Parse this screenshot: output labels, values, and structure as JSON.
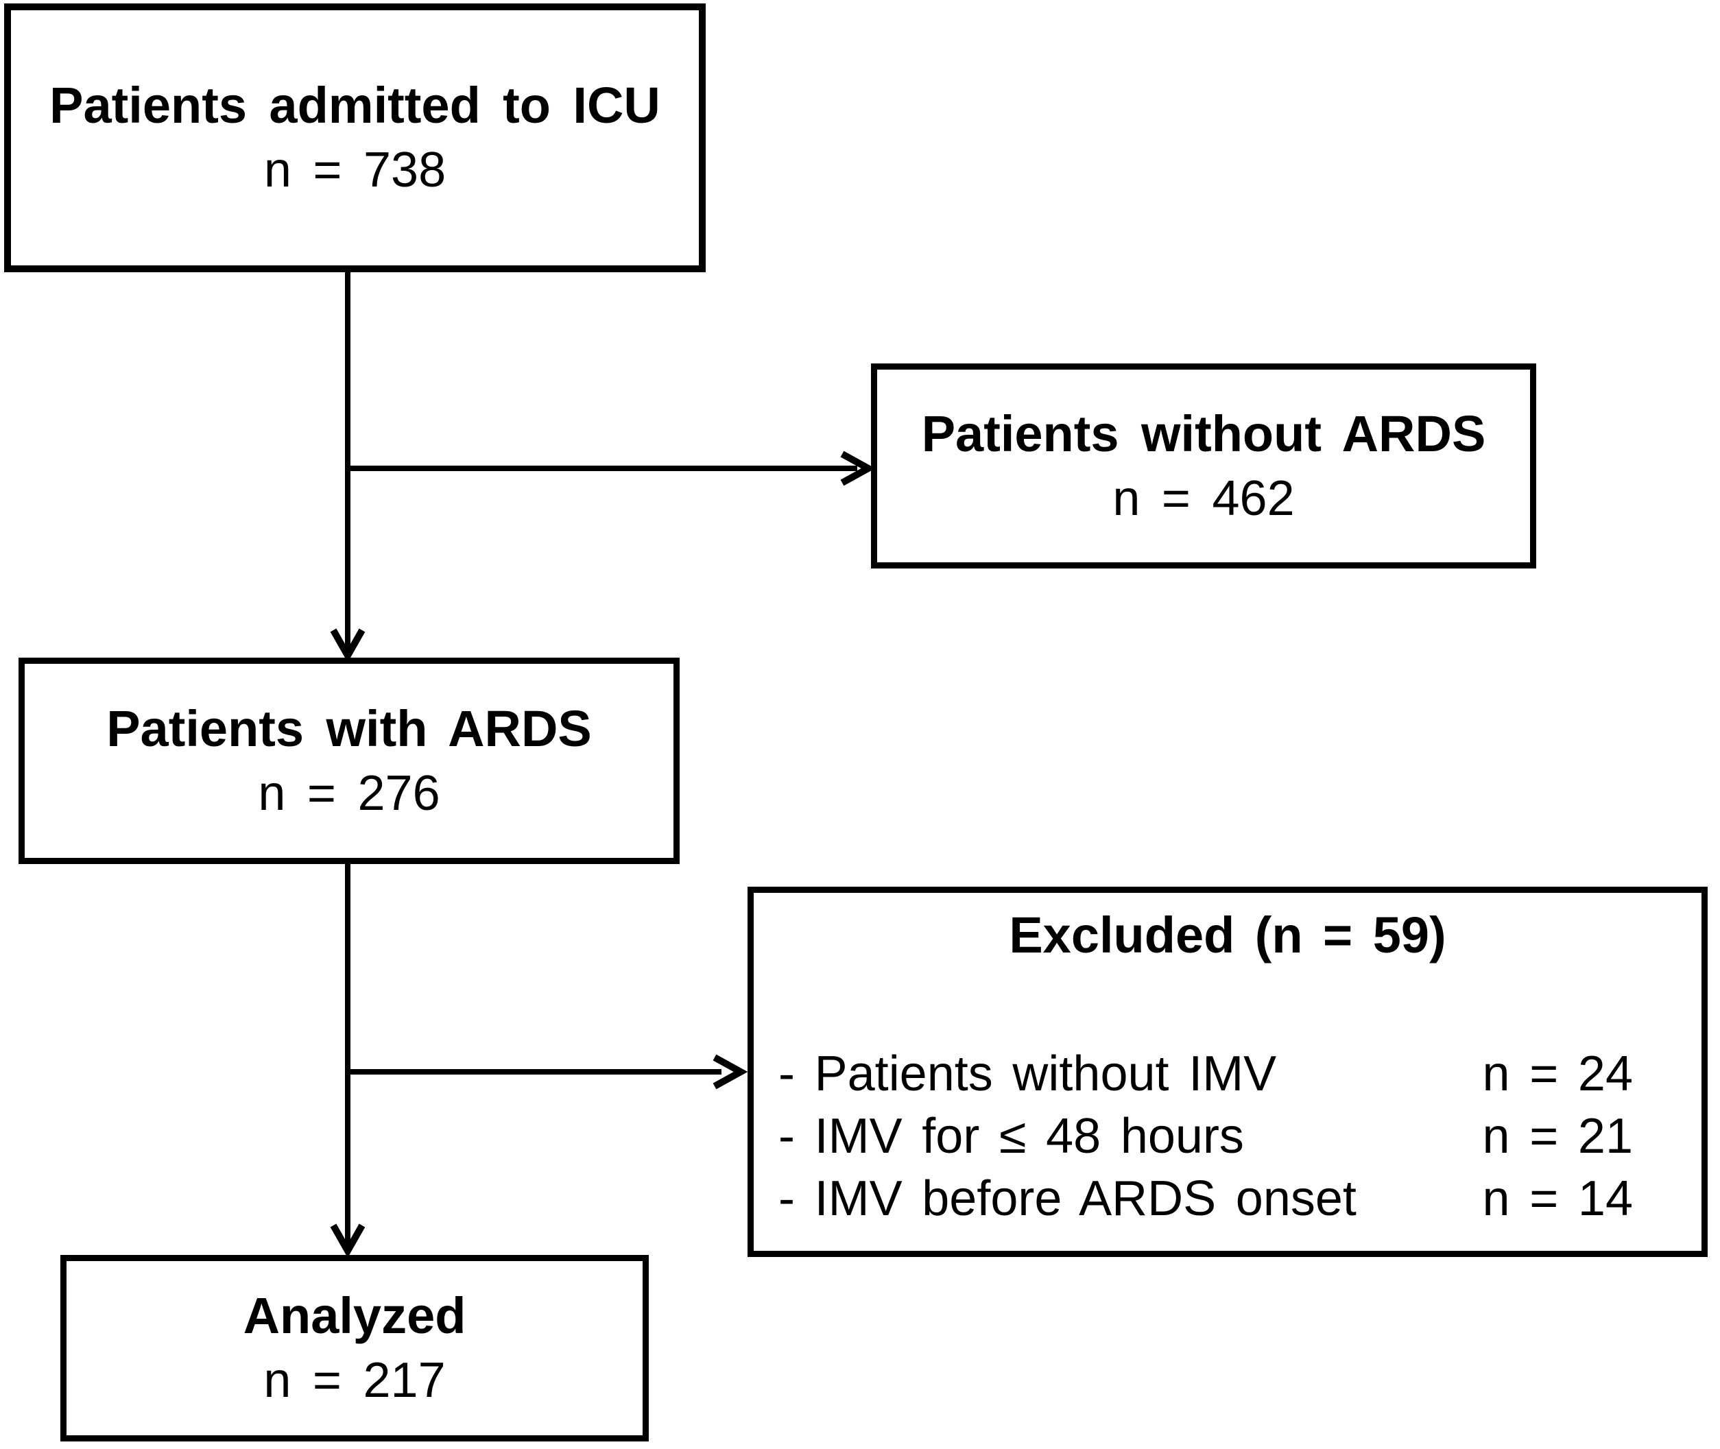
{
  "colors": {
    "ink": "#000000",
    "background": "#ffffff"
  },
  "boxes": {
    "admitted": {
      "title": "Patients admitted to ICU",
      "count": "n = 738"
    },
    "without_ards": {
      "title": "Patients without ARDS",
      "count": "n = 462"
    },
    "with_ards": {
      "title": "Patients with ARDS",
      "count": "n = 276"
    },
    "excluded": {
      "title": "Excluded (n = 59)",
      "items": [
        {
          "label": "- Patients without IMV",
          "count": "n = 24"
        },
        {
          "label": "- IMV for ≤ 48 hours",
          "count": "n = 21"
        },
        {
          "label": "- IMV before ARDS onset",
          "count": "n = 14"
        }
      ]
    },
    "analyzed": {
      "title": "Analyzed",
      "count": "n = 217"
    }
  }
}
